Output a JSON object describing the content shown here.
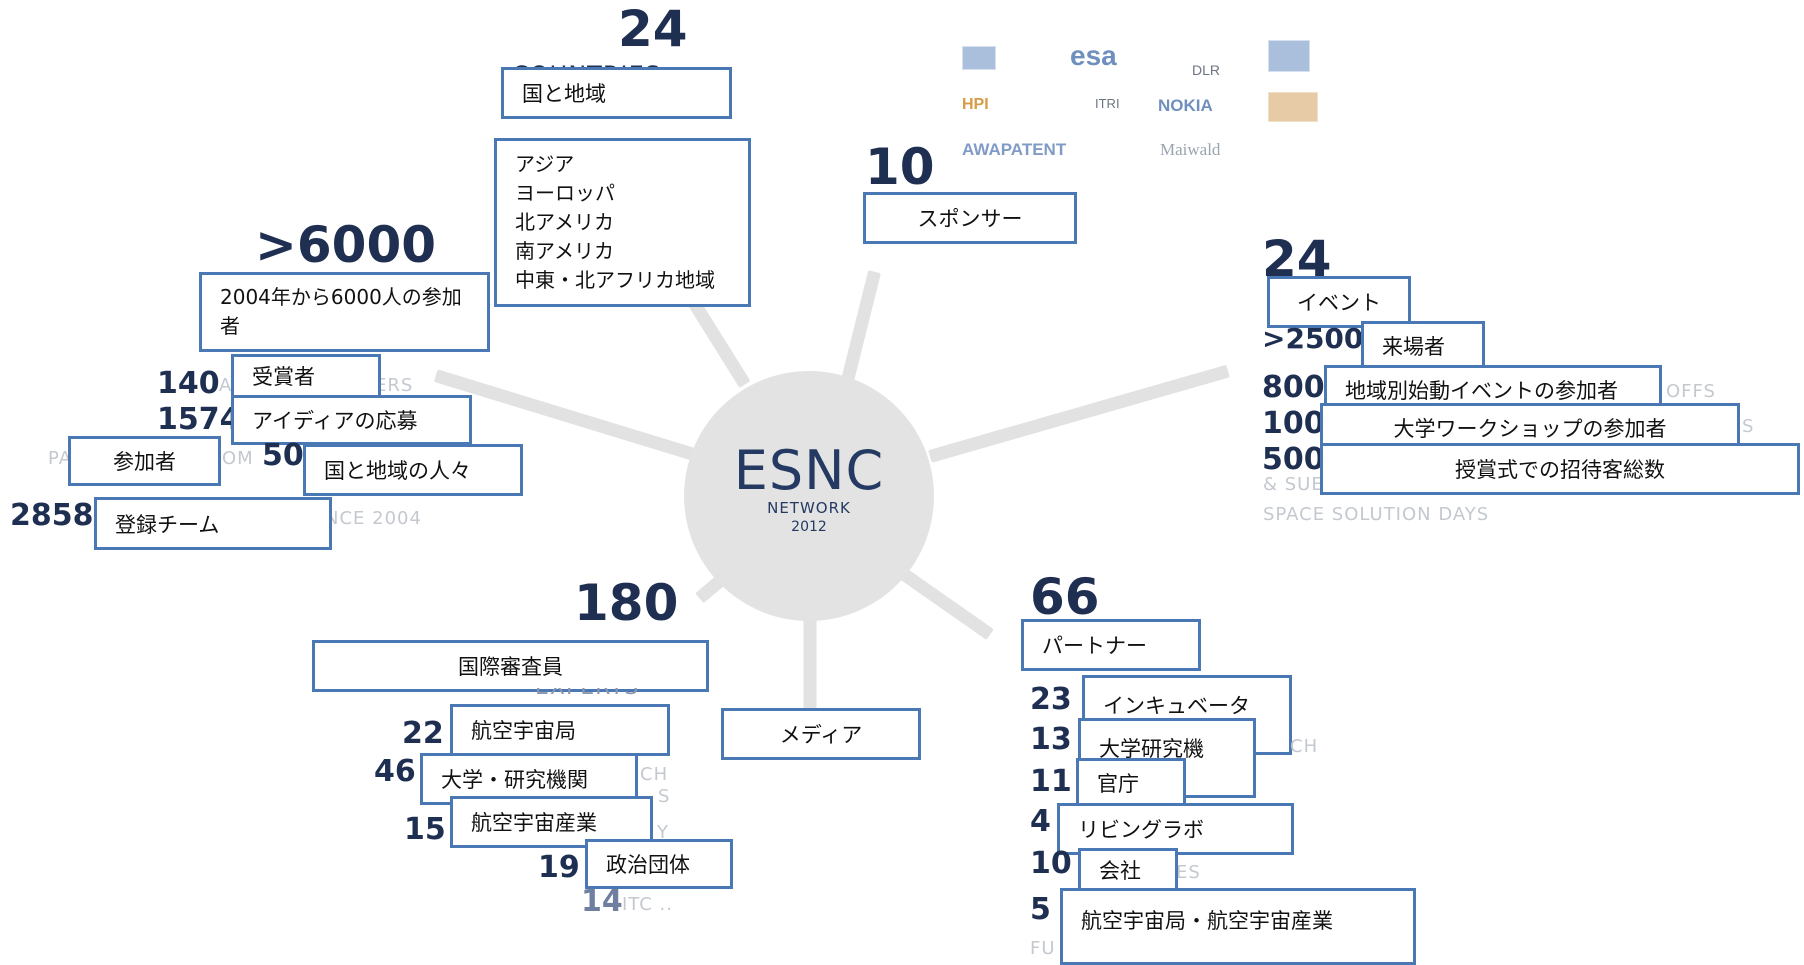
{
  "hub": {
    "title": "ESNC",
    "subtitle": "NETWORK",
    "year": "2012"
  },
  "countries": {
    "number": "24",
    "ghost_label": "COUNTRIES",
    "label": "国と地域",
    "regions": [
      "アジア",
      "ヨーロッパ",
      "北アメリカ",
      "南アメリカ",
      "中東・北アフリカ地域"
    ]
  },
  "sponsors": {
    "number": "10",
    "label": "スポンサー",
    "logos": [
      "esa",
      "DLR",
      "HPI",
      "ITRI",
      "NOKIA",
      "AWAPATENT",
      "Maiwald"
    ]
  },
  "participants": {
    "number": ">6000",
    "label": "2004年から6000人の参加者",
    "rows": [
      {
        "number": "140",
        "ghost": "A",
        "ghost_right": "ERS",
        "label": "受賞者"
      },
      {
        "number": "1574",
        "label": "アイディアの応募"
      },
      {
        "number": "50",
        "ghost": "PA",
        "ghost_mid": "OM",
        "label": "国と地域の人々",
        "participants_label": "参加者"
      },
      {
        "number": "2858",
        "ghost": "NCE 2004",
        "label": "登録チーム"
      }
    ]
  },
  "events": {
    "number": "24",
    "label": "イベント",
    "rows": [
      {
        "number": ">2500",
        "label": "来場者"
      },
      {
        "number": "800",
        "ghost": "OFFS",
        "label": "地域別始動イベントの参加者"
      },
      {
        "number": "100",
        "ghost": "S",
        "label": "大学ワークショップの参加者"
      },
      {
        "number": "500",
        "ghost": "& SUE",
        "label": "授賞式での招待客総数"
      }
    ],
    "footer": "SPACE SOLUTION DAYS"
  },
  "experts": {
    "number": "180",
    "label": "国際審査員",
    "ghost": "EXPERTS",
    "rows": [
      {
        "number": "22",
        "label": "航空宇宙局"
      },
      {
        "number": "46",
        "ghost": "CH",
        "ghost2": "S",
        "label": "大学・研究機関"
      },
      {
        "number": "15",
        "ghost": "Y",
        "label": "航空宇宙産業"
      },
      {
        "number": "19",
        "label": "政治団体"
      },
      {
        "number": "14",
        "ghost": "ITC ..",
        "label": ""
      }
    ]
  },
  "media": {
    "label": "メディア"
  },
  "partners": {
    "number": "66",
    "label": "パートナー",
    "rows": [
      {
        "number": "23",
        "label": "インキュベータ"
      },
      {
        "number": "13",
        "ghost": "CH",
        "label": "大学研究機"
      },
      {
        "number": "11",
        "label": "官庁"
      },
      {
        "number": "4",
        "label": "リビングラボ"
      },
      {
        "number": "10",
        "ghost": "ES",
        "label": "会社"
      },
      {
        "number": "5",
        "label": "航空宇宙局・航空宇宙産業"
      }
    ],
    "footer_ghost": "FU"
  },
  "colors": {
    "box_border": "#4a78b5",
    "number": "#1f2f52",
    "hub": "#e3e3e3",
    "spoke": "#e2e2e2"
  }
}
